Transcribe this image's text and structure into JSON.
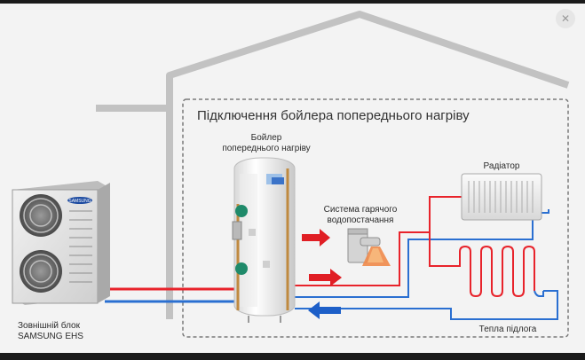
{
  "diagram": {
    "title": "Підключення бойлера попереднього нагріву",
    "boiler_label": [
      "Бойлер",
      "попереднього нагріву"
    ],
    "hot_water_label": [
      "Система гарячого",
      "водопостачання"
    ],
    "radiator_label": "Радіатор",
    "floor_label": "Тепла підлога",
    "outdoor_unit_label": [
      "Зовнішній блок",
      "SAMSUNG EHS"
    ],
    "outdoor_unit_logo": "SAMSUNG"
  },
  "colors": {
    "supply_pipe": "#e8232b",
    "return_pipe": "#2a6fd1",
    "house_outline": "#c0c0c0",
    "dashed_border": "#7a7a7a",
    "arrow_red": "#e01e24",
    "arrow_blue": "#1d5fc8"
  },
  "icons": {
    "zoom": "close-icon"
  }
}
